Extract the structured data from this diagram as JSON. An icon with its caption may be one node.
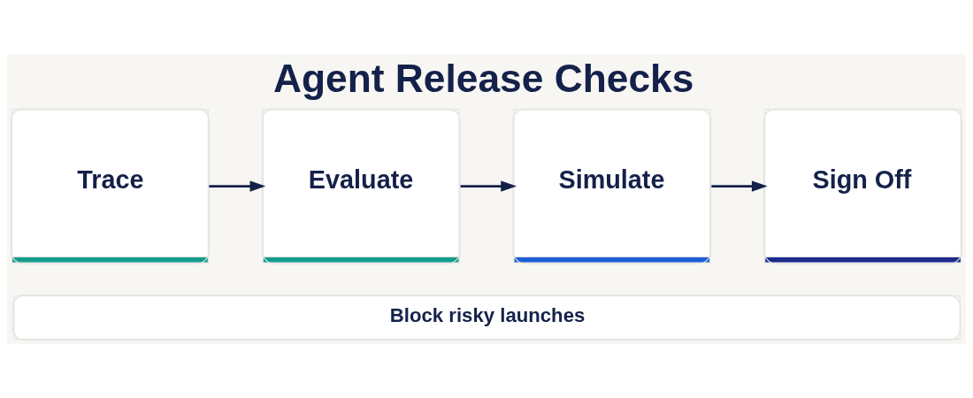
{
  "diagram": {
    "title": "Agent Release Checks",
    "nodes": [
      {
        "text": [
          "Trace"
        ]
      },
      {
        "text": [
          "Evaluate"
        ]
      },
      {
        "text": [
          "Simulate"
        ]
      },
      {
        "text": [
          "Sign Off"
        ]
      },
      {
        "text": [
          "Block risky launches"
        ]
      }
    ],
    "edges": [
      {
        "from": 0,
        "to": 1,
        "arrow": "to"
      },
      {
        "from": 1,
        "to": 2,
        "arrow": "to"
      },
      {
        "from": 2,
        "to": 3,
        "arrow": "to"
      }
    ]
  }
}
